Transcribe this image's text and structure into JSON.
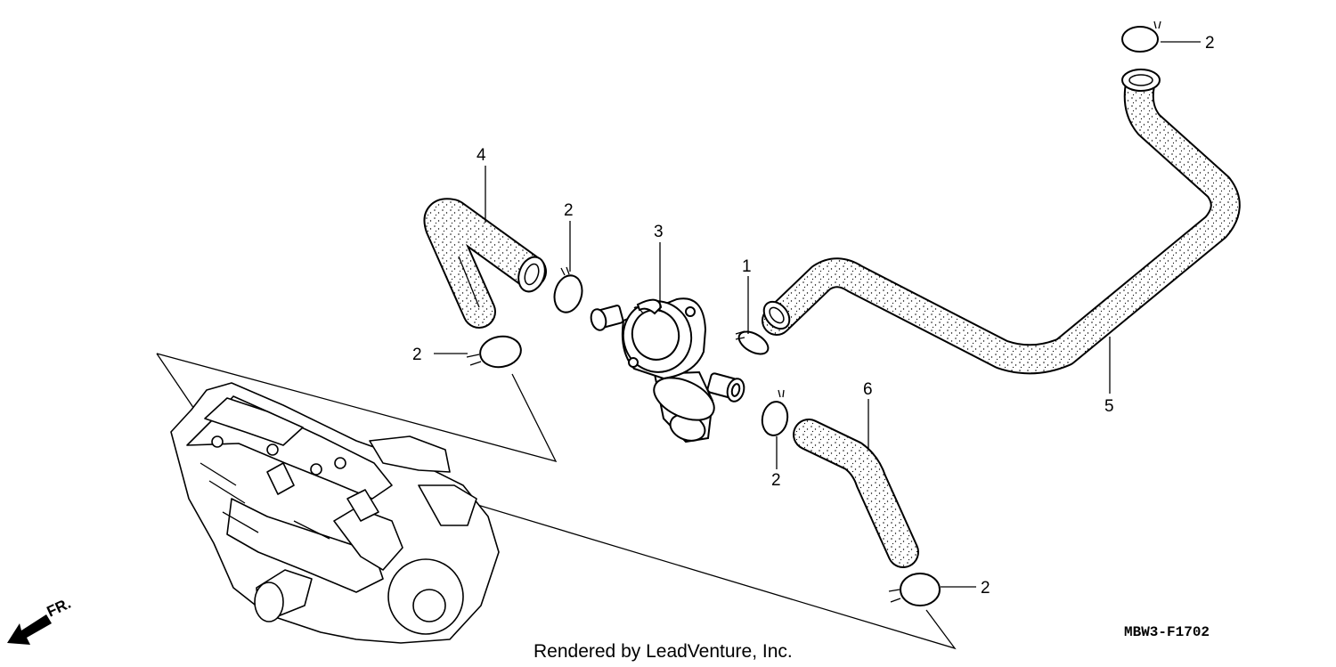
{
  "diagram": {
    "callouts": [
      {
        "id": "clip-top-right",
        "label": "2"
      },
      {
        "id": "hose-4",
        "label": "4"
      },
      {
        "id": "clip-above-valve",
        "label": "2"
      },
      {
        "id": "valve-3",
        "label": "3"
      },
      {
        "id": "ring-1",
        "label": "1"
      },
      {
        "id": "clip-left",
        "label": "2"
      },
      {
        "id": "hose-6",
        "label": "6"
      },
      {
        "id": "hose-5",
        "label": "5"
      },
      {
        "id": "clip-under-valve",
        "label": "2"
      },
      {
        "id": "clip-bottom-right",
        "label": "2"
      }
    ],
    "diagram_code": "MBW3-F1702",
    "credit": "Rendered by LeadVenture, Inc.",
    "direction_label": "FR."
  },
  "colors": {
    "ink": "#000000",
    "paper": "#ffffff",
    "hose_fill": "#ffffff"
  },
  "icons": {
    "direction": "front-direction-arrow-icon"
  }
}
